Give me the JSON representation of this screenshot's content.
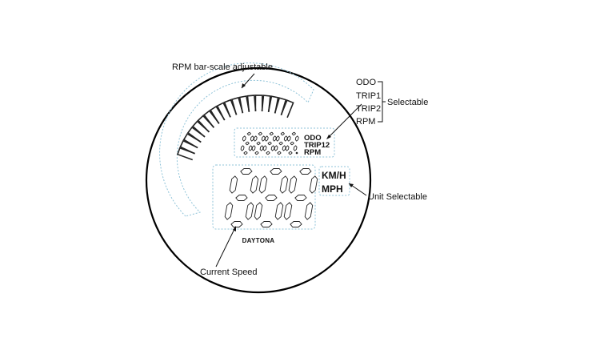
{
  "callouts": {
    "rpm_bar": "RPM bar-scale adjustable",
    "selectable": "Selectable",
    "unit_selectable": "Unit Selectable",
    "current_speed": "Current Speed"
  },
  "selectable_options": [
    "ODO",
    "TRIP1",
    "TRIP2",
    "RPM"
  ],
  "lcd": {
    "odometer_indicators": [
      "ODO",
      "TRIP12",
      "RPM"
    ],
    "units": [
      "KM/H",
      "MPH"
    ],
    "brand": "DAYTONA"
  }
}
